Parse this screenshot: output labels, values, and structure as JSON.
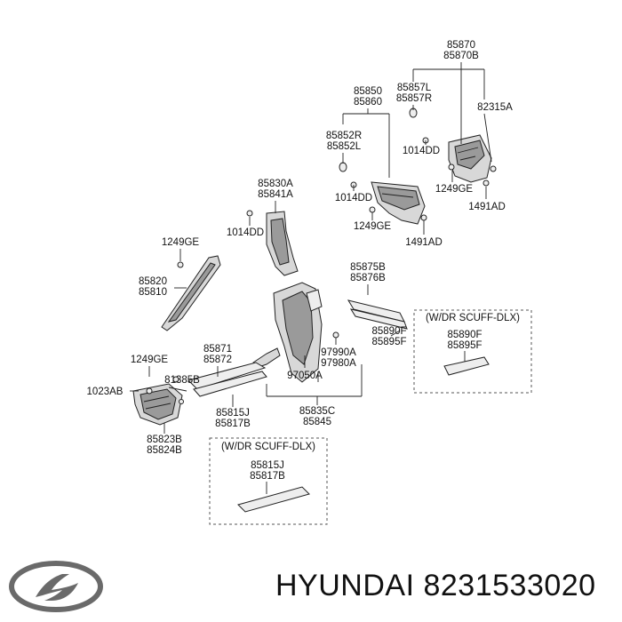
{
  "labels": {
    "l85870": "85870",
    "l85870b": "85870B",
    "l85857l": "85857L",
    "l85857r": "85857R",
    "l82315a": "82315A",
    "l85850": "85850",
    "l85860": "85860",
    "l85852r": "85852R",
    "l85852l": "85852L",
    "l1014dd_a": "1014DD",
    "l1249ge_a": "1249GE",
    "l1491ad_a": "1491AD",
    "l85830a": "85830A",
    "l85841a": "85841A",
    "l1014dd_b": "1014DD",
    "l1014dd_c": "1014DD",
    "l1249ge_b": "1249GE",
    "l1491ad_b": "1491AD",
    "l1249ge_c": "1249GE",
    "l85820": "85820",
    "l85810": "85810",
    "l85875b": "85875B",
    "l85876b": "85876B",
    "l85890f_a": "85890F",
    "l85895f_a": "85895F",
    "l97990a": "97990A",
    "l97980a": "97980A",
    "l85871": "85871",
    "l85872": "85872",
    "l1249ge_d": "1249GE",
    "l81385b": "81385B",
    "l1023ab": "1023AB",
    "l97050a": "97050A",
    "l85815j_a": "85815J",
    "l85817b_a": "85817B",
    "l85835c": "85835C",
    "l85845": "85845",
    "l85823b": "85823B",
    "l85824b": "85824B",
    "box1_title": "(W/DR SCUFF-DLX)",
    "box1_l1": "85890F",
    "box1_l2": "85895F",
    "box2_title": "(W/DR SCUFF-DLX)",
    "box2_l1": "85815J",
    "box2_l2": "85817B"
  },
  "footer": {
    "brand": "HYUNDAI",
    "part_number": "8231533020",
    "logo_icon": "hyundai-logo-icon"
  }
}
